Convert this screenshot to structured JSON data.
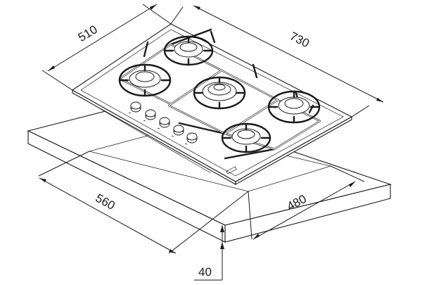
{
  "dimensions": {
    "hob_depth": "510",
    "hob_width": "730",
    "cutout_width": "560",
    "cutout_depth": "480",
    "worktop_thickness": "40"
  }
}
